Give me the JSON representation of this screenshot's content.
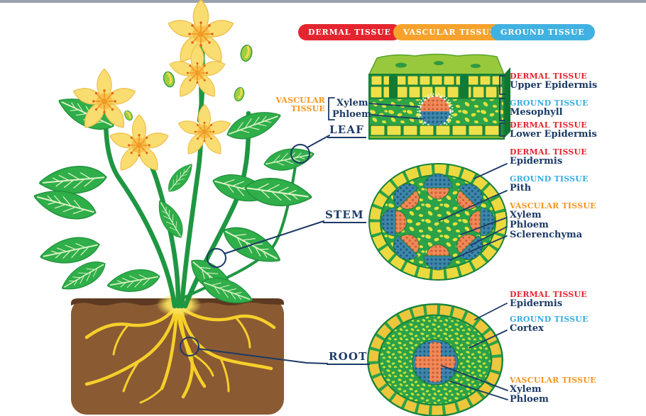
{
  "legend": {
    "items": [
      {
        "label": "DERMAL TISSUE",
        "color": "#e4252f"
      },
      {
        "label": "VASCULAR TISSUE",
        "color": "#f6a22d"
      },
      {
        "label": "GROUND TISSUE",
        "color": "#41b1e1"
      }
    ]
  },
  "plant_labels": {
    "leaf": "LEAF",
    "stem": "STEM",
    "root": "ROOT"
  },
  "leaf_section": {
    "vascular_line1": "VASCULAR",
    "vascular_line2": "TISSUE",
    "xylem": "Xylem",
    "phloem": "Phloem",
    "right_labels": [
      {
        "heading": "DERMAL TISSUE",
        "sub": "Upper Epidermis"
      },
      {
        "heading": "GROUND TISSUE",
        "sub": "Mesophyll"
      },
      {
        "heading": "DERMAL TISSUE",
        "sub": "Lower Epidermis"
      }
    ]
  },
  "stem_section": {
    "labels": [
      {
        "heading": "DERMAL TISSUE",
        "sub1": "Epidermis"
      },
      {
        "heading": "GROUND TISSUE",
        "sub1": "Pith"
      },
      {
        "heading": "VASCULAR TISSUE",
        "sub1": "Xylem",
        "sub2": "Phloem",
        "sub3": "Sclerenchyma"
      }
    ]
  },
  "root_section": {
    "labels": [
      {
        "heading": "DERMAL TISSUE",
        "sub1": "Epidermis"
      },
      {
        "heading": "GROUND TISSUE",
        "sub1": "Cortex"
      },
      {
        "heading": "VASCULAR TISSUE",
        "sub1": "Xylem",
        "sub2": "Phloem"
      }
    ]
  },
  "colors": {
    "heading_red": "#e4252f",
    "heading_orange": "#f7941e",
    "heading_blue": "#35ace0",
    "label_navy": "#1c3a66",
    "leaf_green": "#2fae49",
    "cell_yellow": "#eee04a",
    "xylem_orange": "#ef8a5a",
    "phloem_blue": "#3f86ab",
    "soil_brown": "#8a5a33",
    "root_yellow": "#f6cf2a"
  }
}
